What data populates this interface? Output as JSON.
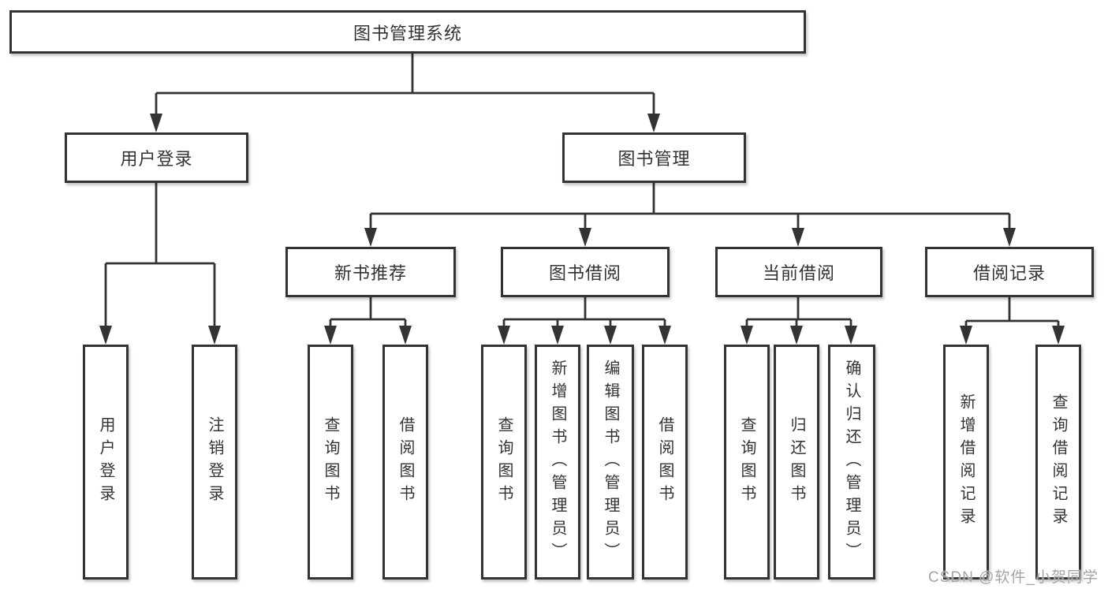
{
  "tree": {
    "root": {
      "label": "图书管理系统"
    },
    "branches": [
      {
        "label": "用户登录",
        "children": [
          {
            "label": "用户登录"
          },
          {
            "label": "注销登录"
          }
        ]
      },
      {
        "label": "图书管理",
        "children": [
          {
            "label": "新书推荐",
            "children": [
              {
                "label": "查询图书"
              },
              {
                "label": "借阅图书"
              }
            ]
          },
          {
            "label": "图书借阅",
            "children": [
              {
                "label": "查询图书"
              },
              {
                "label": "新增图书（管理员）"
              },
              {
                "label": "编辑图书（管理员）"
              },
              {
                "label": "借阅图书"
              }
            ]
          },
          {
            "label": "当前借阅",
            "children": [
              {
                "label": "查询图书"
              },
              {
                "label": "归还图书"
              },
              {
                "label": "确认归还（管理员）"
              }
            ]
          },
          {
            "label": "借阅记录",
            "children": [
              {
                "label": "新增借阅记录"
              },
              {
                "label": "查询借阅记录"
              }
            ]
          }
        ]
      }
    ]
  },
  "watermark": {
    "text": "CSDN @软件_小贺同学"
  },
  "colors": {
    "line": "#333333",
    "box_border": "#333333",
    "box_background": "#ffffff",
    "text": "#333333",
    "watermark_text": "#a5a5a5",
    "page_background": "#ffffff"
  }
}
